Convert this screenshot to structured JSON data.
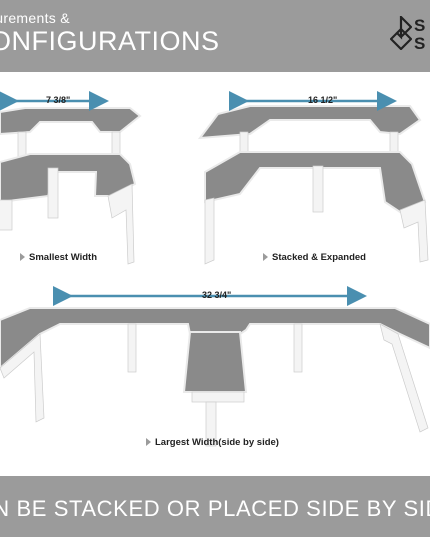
{
  "header": {
    "subtitle": "surements &",
    "title": "ONFIGURATIONS",
    "logo_letters": [
      "S",
      "S"
    ]
  },
  "panels": [
    {
      "dimension": "7 3/8\"",
      "caption": "Smallest Width"
    },
    {
      "dimension": "16 1/2\"",
      "caption": "Stacked & Expanded"
    },
    {
      "dimension": "32 3/4\"",
      "caption": "Largest Width(side by side)"
    }
  ],
  "footer": {
    "text": "AN BE STACKED OR PLACED SIDE BY SID"
  },
  "colors": {
    "band": "#9b9b9b",
    "arrow": "#4a8fb0",
    "desk_top": "#8a8a8a",
    "frame": "#f2f2f2"
  }
}
